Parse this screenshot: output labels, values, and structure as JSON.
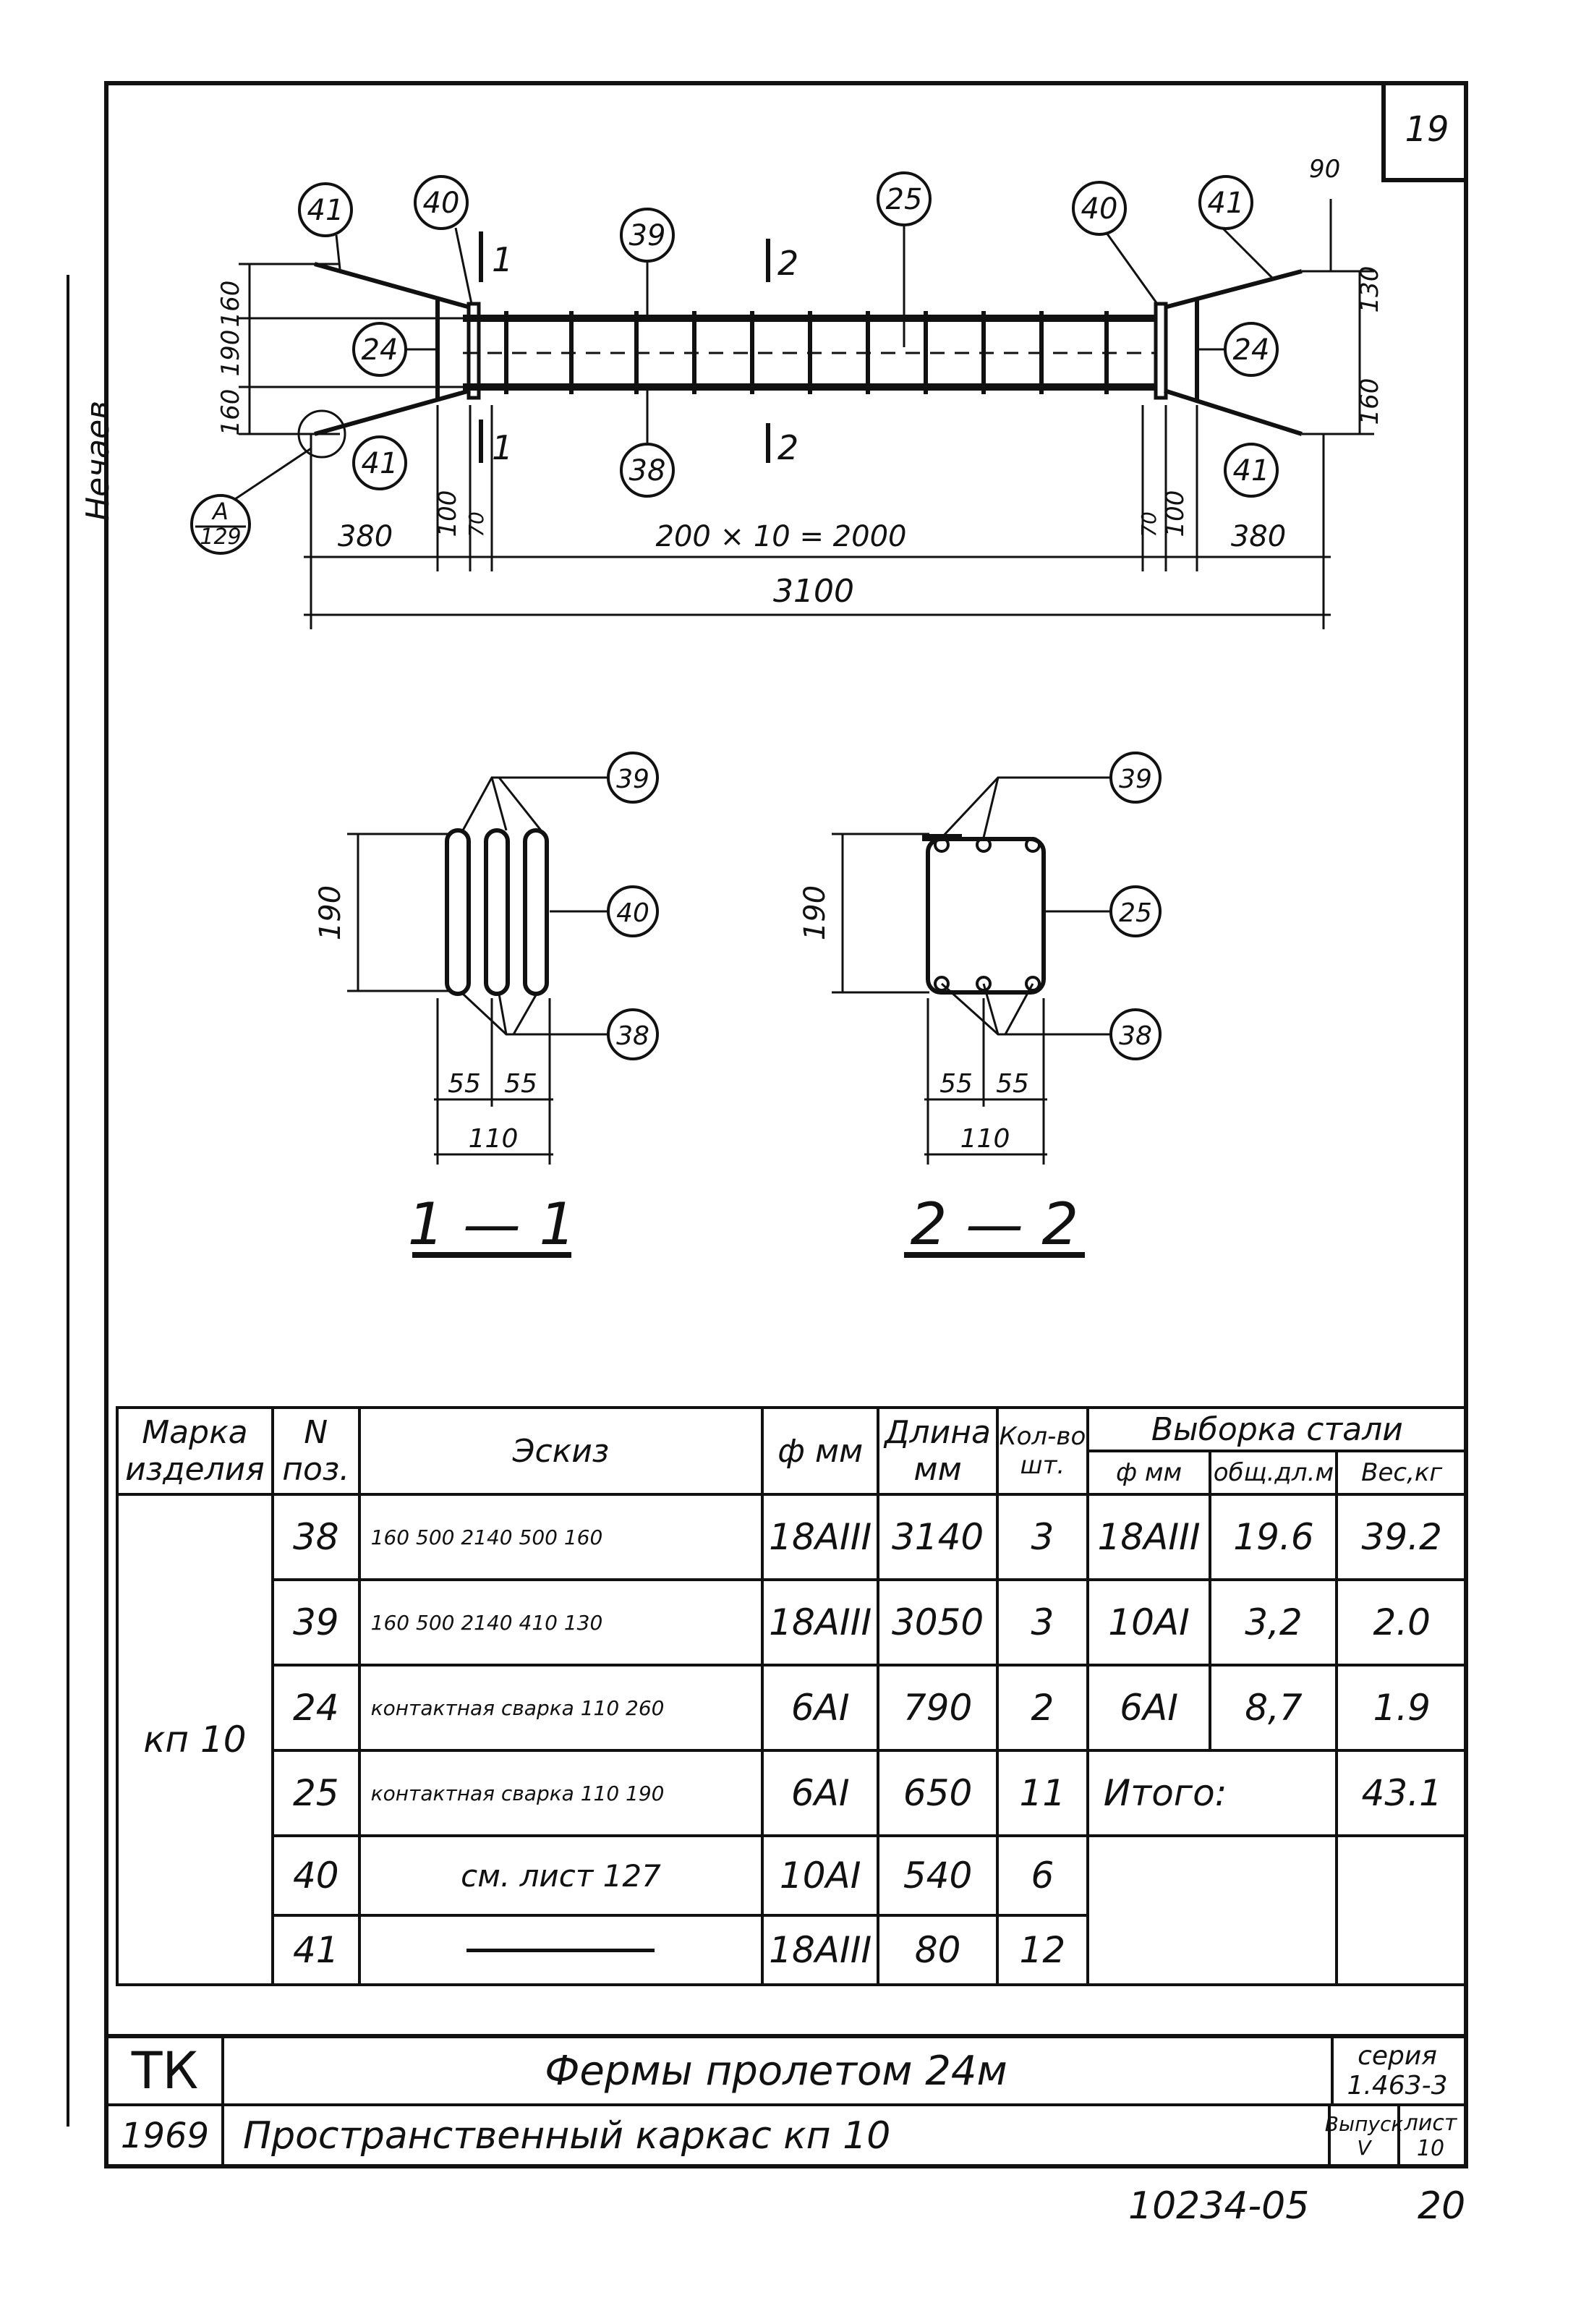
{
  "sheet_corner_number": "19",
  "plan": {
    "labels": {
      "pos_41_tl": "41",
      "pos_40_l": "40",
      "pos_39": "39",
      "pos_25": "25",
      "pos_40_r": "40",
      "pos_41_tr": "41",
      "pos_24_l": "24",
      "pos_24_r": "24",
      "pos_41_bl": "41",
      "pos_38": "38",
      "pos_41_br": "41"
    },
    "section_marks": {
      "s1_top": "1",
      "s1_bot": "1",
      "s2_top": "2",
      "s2_bot": "2"
    },
    "detail_ref": {
      "letter": "A",
      "sheet": "129"
    },
    "dims": {
      "left_160_top": "160",
      "left_190": "190",
      "left_160_bot": "160",
      "right_90": "90",
      "right_130": "130",
      "right_160": "160",
      "d380_l": "380",
      "d100_l": "100",
      "d70_l": "70",
      "mid": "200 × 10 = 2000",
      "d70_r": "70",
      "d100_r": "100",
      "d380_r": "380",
      "total": "3100"
    }
  },
  "section_1": {
    "title": "1 — 1",
    "dims": {
      "h": "190",
      "a": "55",
      "b": "55",
      "w": "110"
    },
    "labels": {
      "top": "39",
      "mid": "40",
      "bot": "38"
    }
  },
  "section_2": {
    "title": "2 — 2",
    "dims": {
      "h": "190",
      "a": "55",
      "b": "55",
      "w": "110"
    },
    "labels": {
      "top": "39",
      "mid": "25",
      "bot": "38"
    }
  },
  "table": {
    "headers": {
      "mark": "Марка изделия",
      "pos": "N поз.",
      "sketch": "Эскиз",
      "dia": "ф мм",
      "length": "Длина мм",
      "qty": "Кол-во шт.",
      "steel": "Выборка стали",
      "steel_dia": "ф мм",
      "steel_total": "общ.дл.м",
      "steel_weight": "Вес,кг"
    },
    "mark": "кп 10",
    "rows": [
      {
        "pos": "38",
        "sketch": "160  500  2140  500  160",
        "dia": "18AIII",
        "length": "3140",
        "qty": "3"
      },
      {
        "pos": "39",
        "sketch": "160  500  2140  410  130",
        "dia": "18AIII",
        "length": "3050",
        "qty": "3"
      },
      {
        "pos": "24",
        "sketch": "контактная сварка  110  260",
        "dia": "6AI",
        "length": "790",
        "qty": "2"
      },
      {
        "pos": "25",
        "sketch": "контактная сварка  110  190",
        "dia": "6AI",
        "length": "650",
        "qty": "11"
      },
      {
        "pos": "40",
        "sketch": "см. лист 127",
        "dia": "10AI",
        "length": "540",
        "qty": "6"
      },
      {
        "pos": "41",
        "sketch": "",
        "dia": "18AIII",
        "length": "80",
        "qty": "12"
      }
    ],
    "steel": [
      {
        "dia": "18AIII",
        "total": "19.6",
        "weight": "39.2"
      },
      {
        "dia": "10AI",
        "total": "3,2",
        "weight": "2.0"
      },
      {
        "dia": "6AI",
        "total": "8,7",
        "weight": "1.9"
      }
    ],
    "total_label": "Итого:",
    "total_value": "43.1"
  },
  "title_block": {
    "org": "ТК",
    "year": "1969",
    "title": "Фермы пролетом 24м",
    "subtitle": "Пространственный каркас кп 10",
    "series_label": "серия",
    "series_value": "1.463-3",
    "issue_label": "Выпуск",
    "issue_value": "V",
    "sheet_label": "лист",
    "sheet_value": "10"
  },
  "footer": {
    "code": "10234-05",
    "page": "20"
  },
  "margin_text": {
    "name": "Нечаев"
  }
}
